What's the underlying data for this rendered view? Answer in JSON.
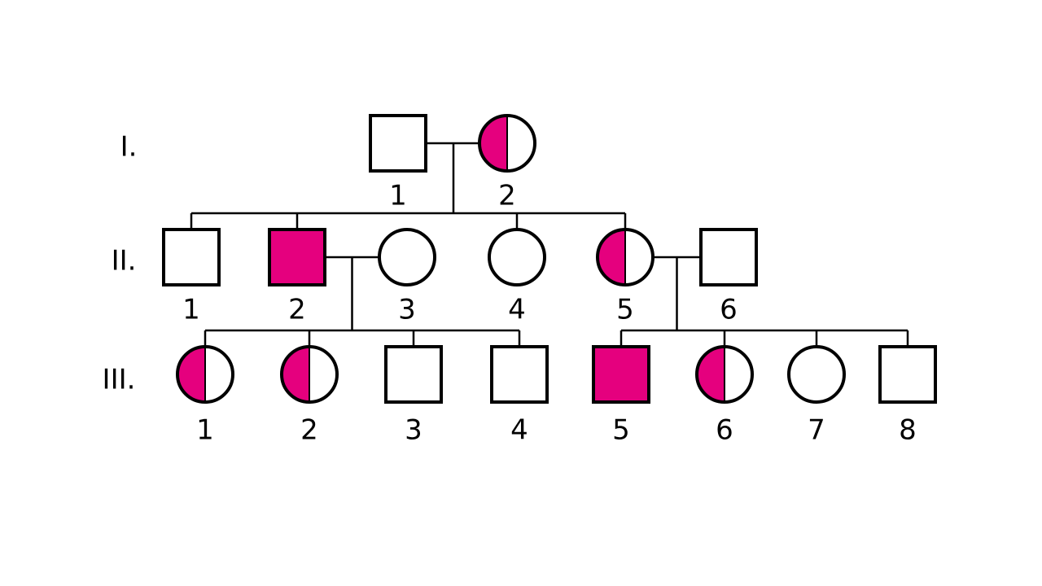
{
  "colors": {
    "affected": "#e5007e",
    "line": "#000000",
    "background": "#ffffff"
  },
  "generations": [
    {
      "label": "I."
    },
    {
      "label": "II."
    },
    {
      "label": "III."
    }
  ],
  "individuals": [
    {
      "id": "I-1",
      "generation": 0,
      "number": "1",
      "sex": "male",
      "status": "unaffected"
    },
    {
      "id": "I-2",
      "generation": 0,
      "number": "2",
      "sex": "female",
      "status": "carrier"
    },
    {
      "id": "II-1",
      "generation": 1,
      "number": "1",
      "sex": "male",
      "status": "unaffected"
    },
    {
      "id": "II-2",
      "generation": 1,
      "number": "2",
      "sex": "male",
      "status": "affected"
    },
    {
      "id": "II-3",
      "generation": 1,
      "number": "3",
      "sex": "female",
      "status": "unaffected"
    },
    {
      "id": "II-4",
      "generation": 1,
      "number": "4",
      "sex": "female",
      "status": "unaffected"
    },
    {
      "id": "II-5",
      "generation": 1,
      "number": "5",
      "sex": "female",
      "status": "carrier"
    },
    {
      "id": "II-6",
      "generation": 1,
      "number": "6",
      "sex": "male",
      "status": "unaffected"
    },
    {
      "id": "III-1",
      "generation": 2,
      "number": "1",
      "sex": "female",
      "status": "carrier"
    },
    {
      "id": "III-2",
      "generation": 2,
      "number": "2",
      "sex": "female",
      "status": "carrier"
    },
    {
      "id": "III-3",
      "generation": 2,
      "number": "3",
      "sex": "male",
      "status": "unaffected"
    },
    {
      "id": "III-4",
      "generation": 2,
      "number": "4",
      "sex": "male",
      "status": "unaffected"
    },
    {
      "id": "III-5",
      "generation": 2,
      "number": "5",
      "sex": "male",
      "status": "affected"
    },
    {
      "id": "III-6",
      "generation": 2,
      "number": "6",
      "sex": "female",
      "status": "carrier"
    },
    {
      "id": "III-7",
      "generation": 2,
      "number": "7",
      "sex": "female",
      "status": "unaffected"
    },
    {
      "id": "III-8",
      "generation": 2,
      "number": "8",
      "sex": "male",
      "status": "unaffected"
    }
  ],
  "matings": [
    {
      "partners": [
        "I-1",
        "I-2"
      ],
      "children": [
        "II-1",
        "II-2",
        "II-4",
        "II-5"
      ]
    },
    {
      "partners": [
        "II-2",
        "II-3"
      ],
      "children": [
        "III-1",
        "III-2",
        "III-3",
        "III-4"
      ]
    },
    {
      "partners": [
        "II-5",
        "II-6"
      ],
      "children": [
        "III-5",
        "III-6",
        "III-7",
        "III-8"
      ]
    }
  ]
}
